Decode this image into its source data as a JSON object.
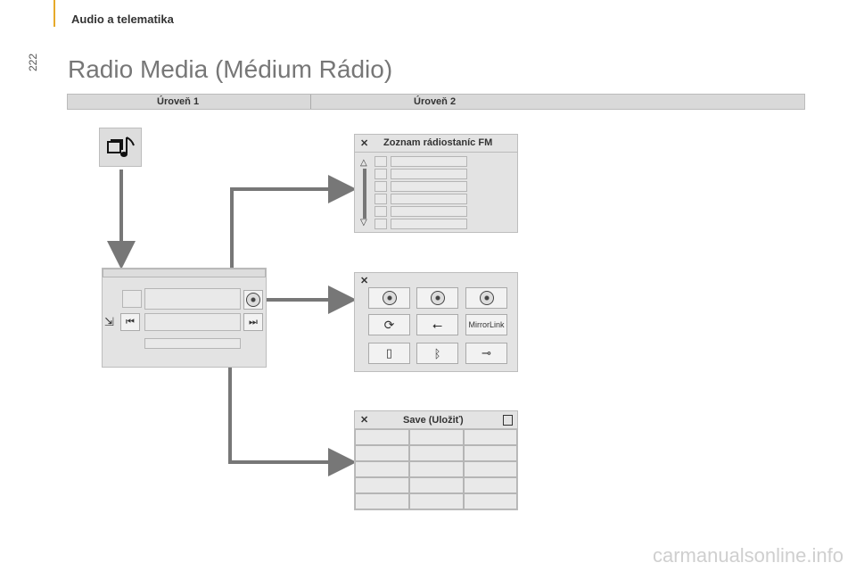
{
  "header": {
    "section": "Audio a telematika",
    "page_number": "222"
  },
  "page": {
    "title": "Radio Media (Médium Rádio)"
  },
  "levels": {
    "level1": "Úroveň 1",
    "level2": "Úroveň 2"
  },
  "fm_panel": {
    "title": "Zoznam rádiostaníc FM",
    "close": "✕"
  },
  "source_panel": {
    "close": "✕",
    "mirrorlink": "MirrorLink"
  },
  "save_panel": {
    "title": "Save (Uložiť)",
    "close": "✕"
  },
  "footer": {
    "watermark": "carmanualsonline.info"
  },
  "colors": {
    "arrow": "#777777",
    "panel": "#e3e3e3",
    "accent": "#e6a92a"
  }
}
